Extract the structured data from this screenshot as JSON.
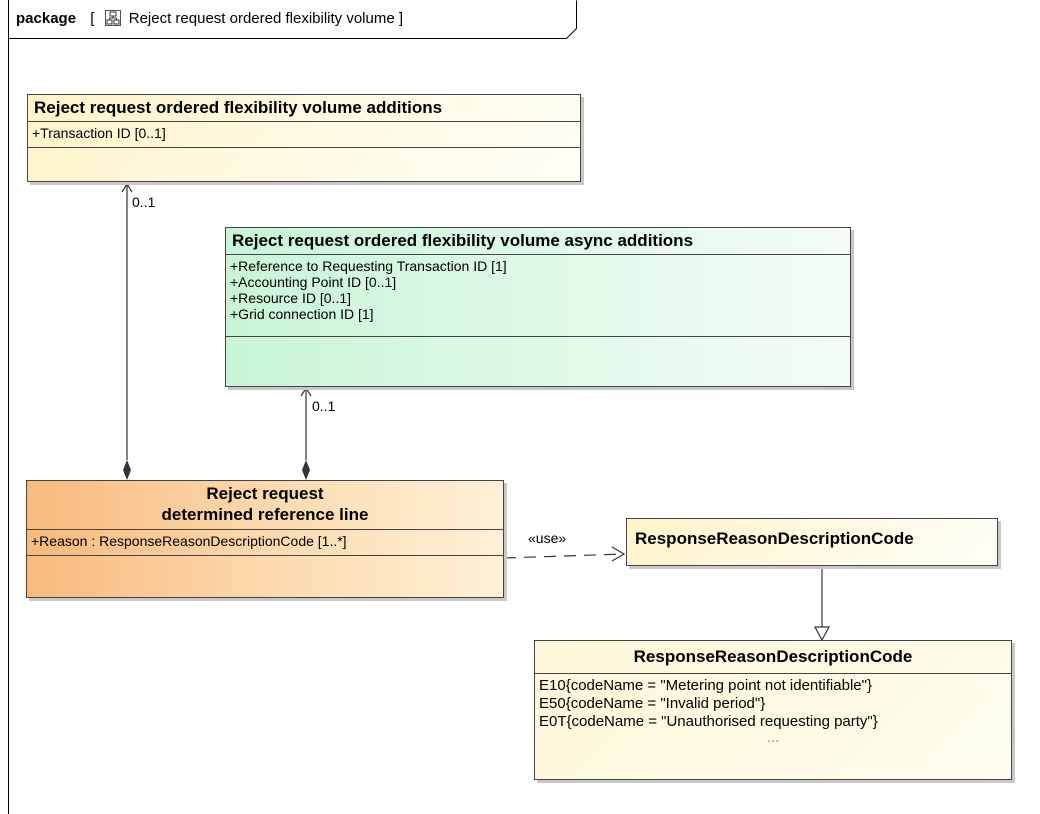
{
  "frame": {
    "kind": "package",
    "title": "Reject request ordered flexibility volume"
  },
  "classes": {
    "additions": {
      "name": "Reject request ordered flexibility volume additions",
      "attributes": [
        "+Transaction ID [0..1]"
      ]
    },
    "async_additions": {
      "name": "Reject request ordered flexibility volume async additions",
      "attributes": [
        "+Reference to Requesting Transaction ID [1]",
        "+Accounting Point ID [0..1]",
        "+Resource ID [0..1]",
        "+Grid connection ID [1]"
      ]
    },
    "reference_line": {
      "name_line1": "Reject request",
      "name_line2": "determined reference line",
      "attributes": [
        "+Reason : ResponseReasonDescriptionCode [1..*]"
      ]
    },
    "response_reason": {
      "name": "ResponseReasonDescriptionCode"
    },
    "response_reason_enum": {
      "name": "ResponseReasonDescriptionCode",
      "literals": [
        "E10{codeName = \"Metering point not identifiable\"}",
        "E50{codeName = \"Invalid period\"}",
        "E0T{codeName = \"Unauthorised requesting party\"}"
      ],
      "more": "..."
    }
  },
  "connectors": {
    "additions_multiplicity": "0..1",
    "async_multiplicity": "0..1",
    "use_stereotype": "«use»"
  }
}
